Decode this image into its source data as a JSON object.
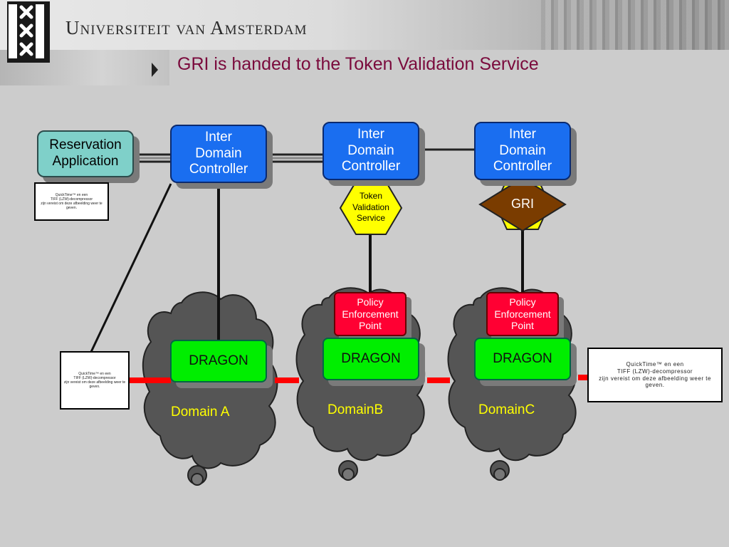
{
  "header": {
    "institution": "Universiteit van Amsterdam"
  },
  "slide": {
    "title": "GRI is handed to the Token Validation Service"
  },
  "reservation_app": {
    "label_line1": "Reservation",
    "label_line2": "Application"
  },
  "idc": [
    {
      "line1": "Inter",
      "line2": "Domain",
      "line3": "Controller"
    },
    {
      "line1": "Inter",
      "line2": "Domain",
      "line3": "Controller"
    },
    {
      "line1": "Inter",
      "line2": "Domain",
      "line3": "Controller"
    }
  ],
  "token_validation": {
    "line1": "Token",
    "line2": "Validation",
    "line3": "Service"
  },
  "gri": {
    "label": "GRI"
  },
  "pep": [
    {
      "line1": "Policy",
      "line2": "Enforcement",
      "line3": "Point"
    },
    {
      "line1": "Policy",
      "line2": "Enforcement",
      "line3": "Point"
    }
  ],
  "dragon": [
    "DRAGON",
    "DRAGON",
    "DRAGON"
  ],
  "domains": [
    "Domain A",
    "DomainB",
    "DomainC"
  ],
  "quicktime": {
    "small": "QuickTime™ en een\nTIFF (LZW)-decompressor\nzijn vereist om deze afbeelding weer te geven.",
    "large": "QuickTime™ en een\nTIFF (LZW)-decompressor\nzijn vereist om deze afbeelding  weer te geven."
  },
  "colors": {
    "title": "#7a0a3c",
    "idc": "#1a6ef0",
    "pep": "#ff0033",
    "dragon": "#00ee00",
    "token_validation": "#ffff00",
    "gri": "#7a3c00",
    "cloud": "#555555",
    "link": "#ff0000",
    "domain_label": "#ffff00"
  }
}
